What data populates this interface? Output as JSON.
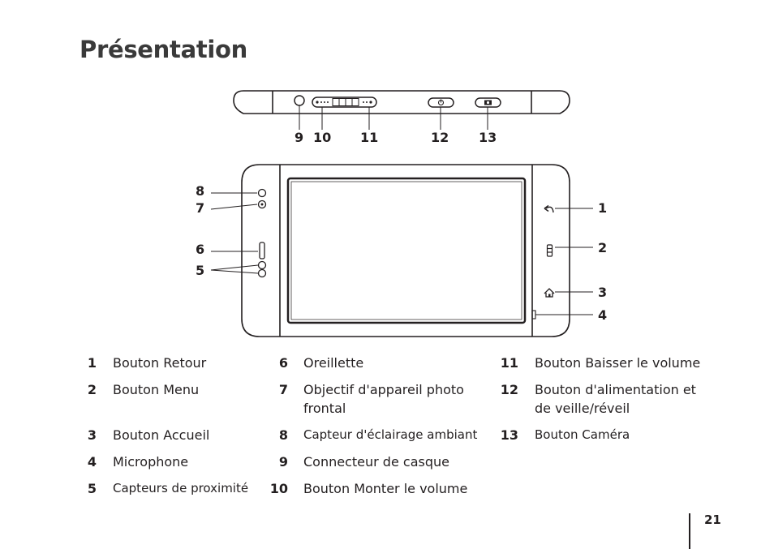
{
  "page": {
    "title": "Présentation",
    "page_number": "21"
  },
  "callouts": [
    "1",
    "2",
    "3",
    "4",
    "5",
    "6",
    "7",
    "8",
    "9",
    "10",
    "11",
    "12",
    "13"
  ],
  "legend": [
    {
      "num": "1",
      "text": "Bouton Retour"
    },
    {
      "num": "2",
      "text": "Bouton Menu"
    },
    {
      "num": "3",
      "text": "Bouton Accueil"
    },
    {
      "num": "4",
      "text": "Microphone"
    },
    {
      "num": "5",
      "text": "Capteurs de proximité"
    },
    {
      "num": "6",
      "text": "Oreillette"
    },
    {
      "num": "7",
      "text": "Objectif d'appareil photo frontal"
    },
    {
      "num": "8",
      "text": "Capteur d'éclairage ambiant"
    },
    {
      "num": "9",
      "text": "Connecteur de casque"
    },
    {
      "num": "10",
      "text": "Bouton Monter le volume"
    },
    {
      "num": "11",
      "text": "Bouton Baisser le volume"
    },
    {
      "num": "12",
      "text": "Bouton d'alimentation et de veille/réveil"
    },
    {
      "num": "13",
      "text": "Bouton Caméra"
    }
  ]
}
